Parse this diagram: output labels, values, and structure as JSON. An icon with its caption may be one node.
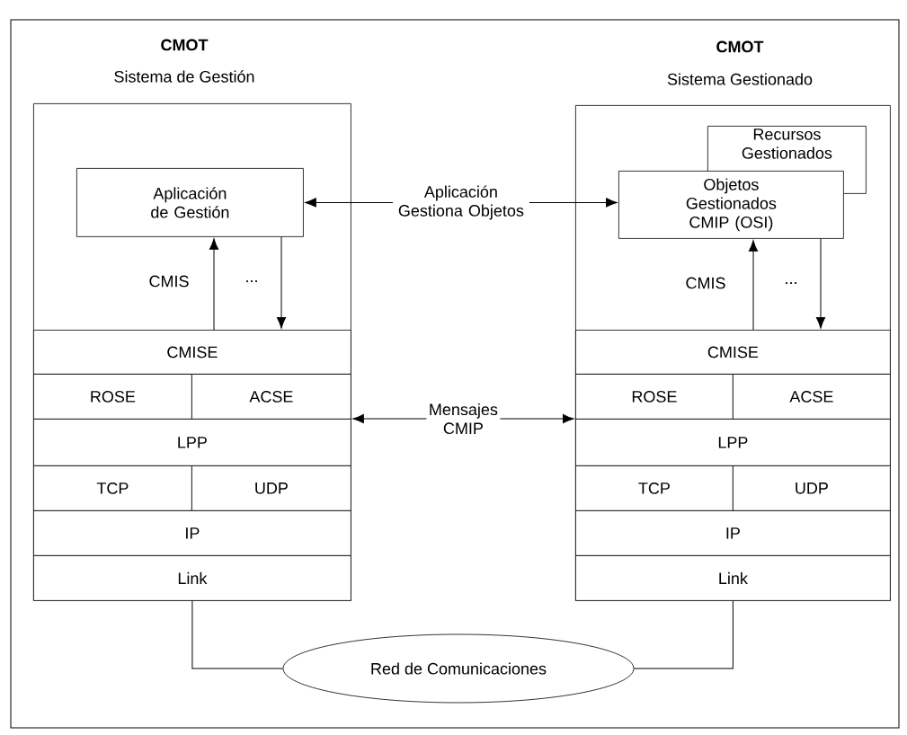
{
  "diagram": {
    "nodes": [
      {
        "text": [
          "CMOT",
          "Sistema de Gestión"
        ]
      },
      {
        "text": [
          "Aplicación de Gestión"
        ],
        "in": 0
      },
      {
        "text": [
          "CMISE"
        ],
        "in": 0
      },
      {
        "text": [
          "ROSE"
        ],
        "in": 0
      },
      {
        "text": [
          "ACSE"
        ],
        "in": 0
      },
      {
        "text": [
          "LPP"
        ],
        "in": 0
      },
      {
        "text": [
          "TCP"
        ],
        "in": 0
      },
      {
        "text": [
          "UDP"
        ],
        "in": 0
      },
      {
        "text": [
          "IP"
        ],
        "in": 0
      },
      {
        "text": [
          "Link"
        ],
        "in": 0
      },
      {
        "text": [
          "CMOT",
          "Sistema Gestionado"
        ]
      },
      {
        "text": [
          "Recursos Gestionados"
        ],
        "in": 10
      },
      {
        "text": [
          "Objetos Gestionados CMIP (OSI)"
        ],
        "in": 10
      },
      {
        "text": [
          "CMISE"
        ],
        "in": 10
      },
      {
        "text": [
          "ROSE"
        ],
        "in": 10
      },
      {
        "text": [
          "ACSE"
        ],
        "in": 10
      },
      {
        "text": [
          "LPP"
        ],
        "in": 10
      },
      {
        "text": [
          "TCP"
        ],
        "in": 10
      },
      {
        "text": [
          "UDP"
        ],
        "in": 10
      },
      {
        "text": [
          "IP"
        ],
        "in": 10
      },
      {
        "text": [
          "Link"
        ],
        "in": 10
      },
      {
        "text": [
          "Red de Comunicaciones"
        ]
      }
    ],
    "edges": [
      {
        "from": 1,
        "to": 12,
        "arrow": "both",
        "label": "Aplicación Gestiona Objetos"
      },
      {
        "from": 2,
        "to": 1,
        "arrow": "to"
      },
      {
        "from": 1,
        "to": 2,
        "arrow": "to"
      },
      {
        "from": 13,
        "to": 12,
        "arrow": "to"
      },
      {
        "from": 12,
        "to": 13,
        "arrow": "to"
      },
      {
        "from": 5,
        "to": 16,
        "arrow": "both",
        "label": "Mensajes CMIP"
      },
      {
        "from": 9,
        "to": 21,
        "arrow": "none"
      },
      {
        "from": 20,
        "to": 21,
        "arrow": "none"
      }
    ],
    "labels": [
      "CMIS",
      "...",
      "CMIS",
      "..."
    ]
  }
}
